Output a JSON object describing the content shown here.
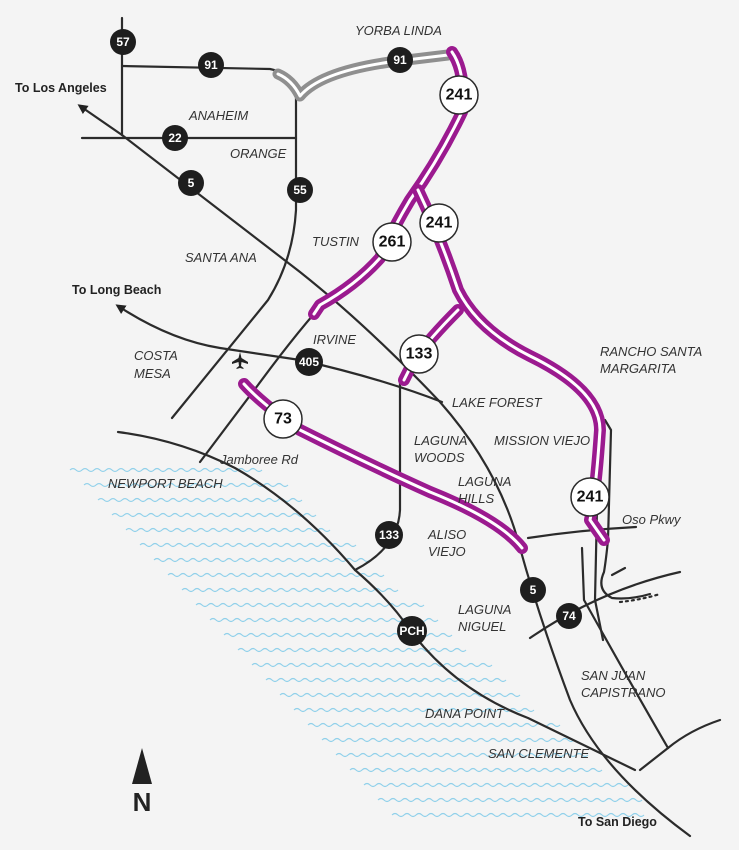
{
  "places": {
    "yorba_linda": "YORBA LINDA",
    "anaheim": "ANAHEIM",
    "orange": "ORANGE",
    "tustin": "TUSTIN",
    "santa_ana": "SANTA ANA",
    "irvine": "IRVINE",
    "costa": "COSTA",
    "mesa": "MESA",
    "lake_forest": "LAKE FOREST",
    "rancho1": "RANCHO SANTA",
    "rancho2": "MARGARITA",
    "mission_viejo": "MISSION VIEJO",
    "laguna_woods1": "LAGUNA",
    "laguna_woods2": "WOODS",
    "laguna_hills1": "LAGUNA",
    "laguna_hills2": "HILLS",
    "aliso1": "ALISO",
    "aliso2": "VIEJO",
    "laguna_niguel1": "LAGUNA",
    "laguna_niguel2": "NIGUEL",
    "sjc1": "SAN JUAN",
    "sjc2": "CAPISTRANO",
    "dana_point": "DANA POINT",
    "san_clemente": "SAN CLEMENTE",
    "newport_beach": "NEWPORT BEACH",
    "jamboree": "Jamboree Rd",
    "oso": "Oso Pkwy"
  },
  "destinations": {
    "la": "To Los Angeles",
    "lb": "To Long Beach",
    "sd": "To San Diego"
  },
  "shields": {
    "s57": "57",
    "s91a": "91",
    "s91b": "91",
    "s22": "22",
    "s5a": "5",
    "s55": "55",
    "s405": "405",
    "s133b": "133",
    "s5b": "5",
    "s74": "74",
    "pch": "PCH",
    "w241a": "241",
    "w241b": "241",
    "w261": "261",
    "w133": "133",
    "w73": "73",
    "w241c": "241"
  },
  "north_label": "N",
  "colors": {
    "toll_road": "#9b1a8f",
    "freeway": "#2b2b2b",
    "ocean_waves": "#8fd0ea",
    "background": "#f4f4f4"
  }
}
